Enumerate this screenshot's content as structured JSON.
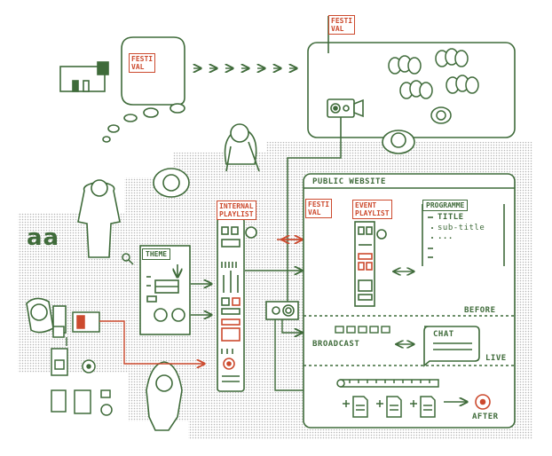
{
  "logo": {
    "text": "aa"
  },
  "labels": {
    "festival_flag": "FESTI\nVAL",
    "festival_thought": "FESTI\nVAL",
    "festival_site": "FESTI\nVAL",
    "internal_playlist": "INTERNAL\nPLAYLIST",
    "theme": "THEME",
    "public_website": "PUBLIC WEBSITE",
    "event_playlist": "EVENT\nPLAYLIST",
    "programme": "PROGRAMME",
    "before": "BEFORE",
    "broadcast": "BROADCAST",
    "chat": "CHAT",
    "live": "LIVE",
    "after": "AFTER"
  },
  "programme_items": [
    "TITLE",
    "sub-title",
    "..."
  ],
  "colors": {
    "green": "#3f6b3a",
    "red": "#cc4a2e",
    "dot_fill": "#c9c9c9",
    "paper": "#ffffff"
  }
}
